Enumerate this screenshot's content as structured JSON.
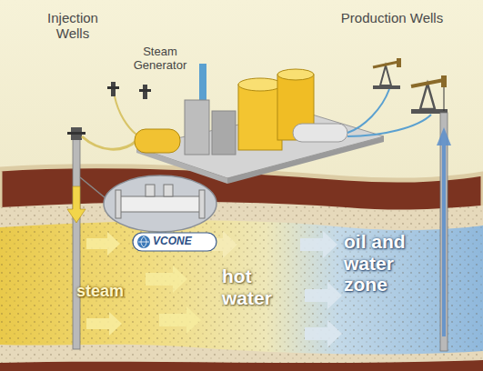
{
  "diagram": {
    "labels": [
      "Injection Wells",
      "Steam Generator",
      "Production Wells",
      "steam",
      "hot water",
      "oil and water zone",
      "VCONE"
    ]
  }
}
